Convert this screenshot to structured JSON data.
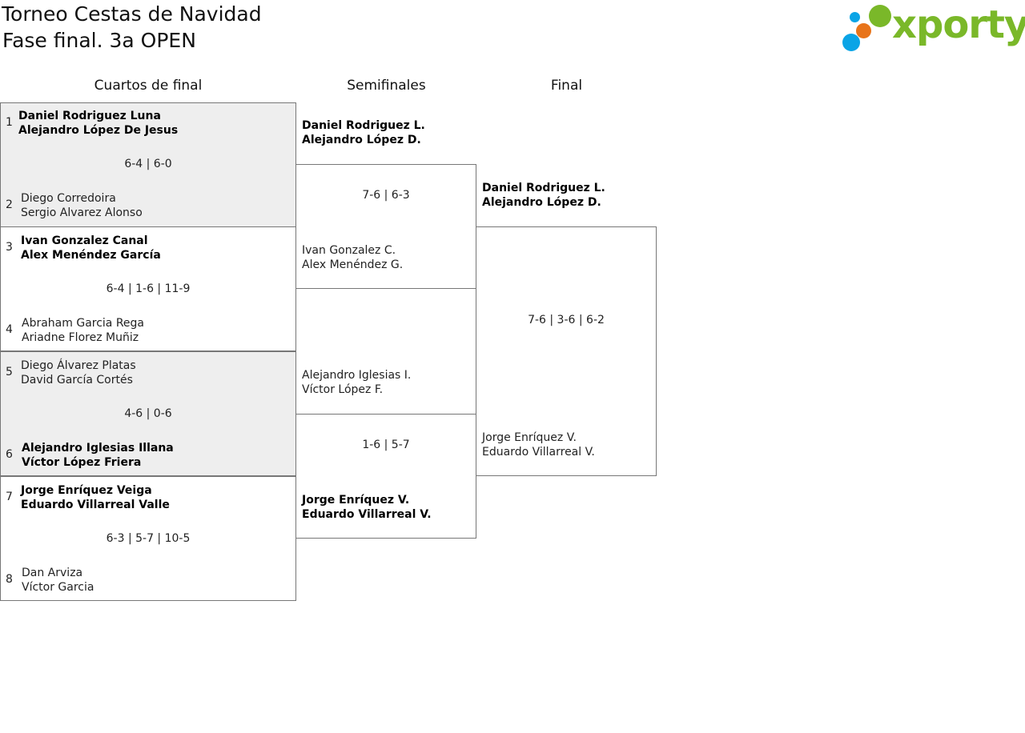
{
  "header": {
    "title": "Torneo Cestas de Navidad",
    "subtitle": "Fase final. 3a OPEN",
    "logo": "xporty"
  },
  "rounds": {
    "quarterfinals": "Cuartos de final",
    "semifinals": "Semifinales",
    "final": "Final"
  },
  "quarterfinals": [
    {
      "top": {
        "seed": "1",
        "p1": "Daniel Rodriguez Luna",
        "p2": "Alejandro López De Jesus",
        "winner": true
      },
      "score": "6-4 | 6-0",
      "bottom": {
        "seed": "2",
        "p1": "Diego Corredoira",
        "p2": "Sergio Alvarez Alonso",
        "winner": false
      }
    },
    {
      "top": {
        "seed": "3",
        "p1": "Ivan Gonzalez Canal",
        "p2": "Alex Menéndez García",
        "winner": true
      },
      "score": "6-4 | 1-6 | 11-9",
      "bottom": {
        "seed": "4",
        "p1": "Abraham Garcia Rega",
        "p2": "Ariadne Florez Muñiz",
        "winner": false
      }
    },
    {
      "top": {
        "seed": "5",
        "p1": "Diego Álvarez Platas",
        "p2": "David García Cortés",
        "winner": false
      },
      "score": "4-6 | 0-6",
      "bottom": {
        "seed": "6",
        "p1": "Alejandro Iglesias Illana",
        "p2": "Víctor López Friera",
        "winner": true
      }
    },
    {
      "top": {
        "seed": "7",
        "p1": "Jorge Enríquez Veiga",
        "p2": "Eduardo Villarreal Valle",
        "winner": true
      },
      "score": "6-3 | 5-7 | 10-5",
      "bottom": {
        "seed": "8",
        "p1": "Dan Arviza",
        "p2": "Víctor Garcia",
        "winner": false
      }
    }
  ],
  "semifinals": [
    {
      "top": {
        "p1": "Daniel Rodriguez L.",
        "p2": "Alejandro López D.",
        "winner": true
      },
      "score": "7-6 | 6-3",
      "bottom": {
        "p1": "Ivan Gonzalez C.",
        "p2": "Alex Menéndez G.",
        "winner": false
      }
    },
    {
      "top": {
        "p1": "Alejandro Iglesias I.",
        "p2": "Víctor López F.",
        "winner": false
      },
      "score": "1-6 | 5-7",
      "bottom": {
        "p1": "Jorge Enríquez V.",
        "p2": "Eduardo Villarreal V.",
        "winner": true
      }
    }
  ],
  "final": {
    "top": {
      "p1": "Daniel Rodriguez L.",
      "p2": "Alejandro López D.",
      "winner": true
    },
    "score": "7-6 | 3-6 | 6-2",
    "bottom": {
      "p1": "Jorge Enríquez V.",
      "p2": "Eduardo Villarreal V.",
      "winner": false
    }
  }
}
